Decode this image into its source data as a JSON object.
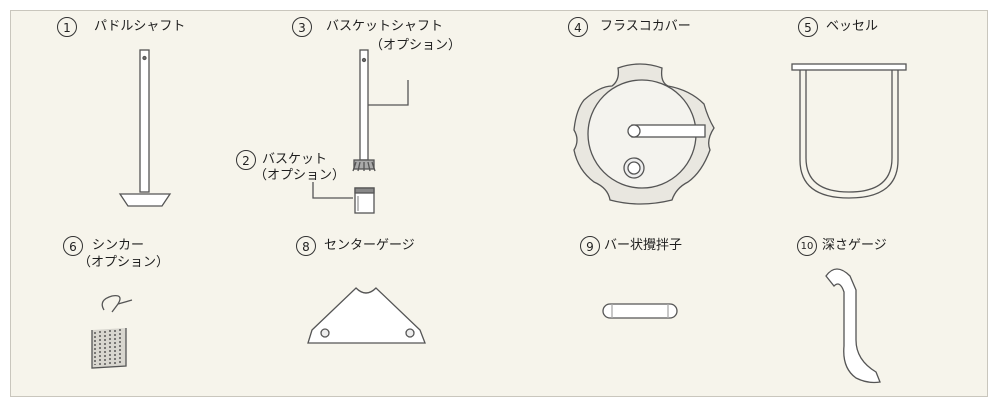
{
  "parts": [
    {
      "num": "1",
      "name": "パドルシャフト"
    },
    {
      "num": "2",
      "name": "バスケット",
      "sub": "（オプション）"
    },
    {
      "num": "3",
      "name": "バスケットシャフト",
      "sub": "（オプション）"
    },
    {
      "num": "4",
      "name": "フラスコカバー"
    },
    {
      "num": "5",
      "name": "ベッセル"
    },
    {
      "num": "6",
      "name": "シンカー",
      "sub": "（オプション）"
    },
    {
      "num": "8",
      "name": "センターゲージ"
    },
    {
      "num": "9",
      "name": "バー状攪拌子"
    },
    {
      "num": "10",
      "name": "深さゲージ"
    }
  ],
  "colors": {
    "panel": "#f6f4eb",
    "stroke": "#555555",
    "fill": "#ffffff"
  }
}
